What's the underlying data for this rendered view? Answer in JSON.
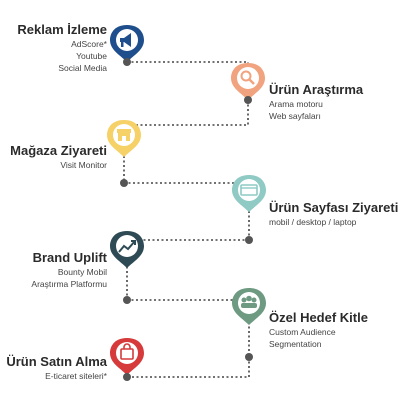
{
  "steps": [
    {
      "title": "Reklam İzleme",
      "lines": [
        "AdScore*",
        "Youtube",
        "Social Media"
      ],
      "color": "#1f4e8c",
      "icon": "megaphone-icon"
    },
    {
      "title": "Ürün Araştırma",
      "lines": [
        "Arama motoru",
        "Web sayfaları"
      ],
      "color": "#f0a37e",
      "icon": "magnifier-icon"
    },
    {
      "title": "Mağaza Ziyareti",
      "lines": [
        "Visit Monitor"
      ],
      "color": "#f6d168",
      "icon": "store-icon"
    },
    {
      "title": "Ürün Sayfası Ziyareti",
      "lines": [
        "mobil / desktop / laptop"
      ],
      "color": "#8fcac4",
      "icon": "browser-icon"
    },
    {
      "title": "Brand Uplift",
      "lines": [
        "Bounty Mobil",
        "Araştırma Platformu"
      ],
      "color": "#2e4b55",
      "icon": "trend-up-icon"
    },
    {
      "title": "Özel Hedef Kitle",
      "lines": [
        "Custom Audience",
        "Segmentation"
      ],
      "color": "#6f9a82",
      "icon": "audience-icon"
    },
    {
      "title": "Ürün Satın Alma",
      "lines": [
        "E-ticaret siteleri*"
      ],
      "color": "#d63a3a",
      "icon": "shopping-bag-icon"
    }
  ]
}
